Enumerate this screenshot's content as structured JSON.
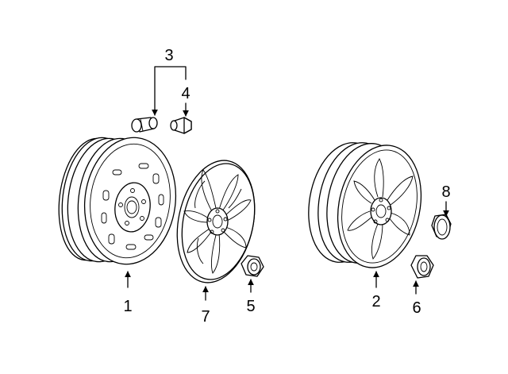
{
  "callouts": {
    "c1": "1",
    "c2": "2",
    "c3": "3",
    "c4": "4",
    "c5": "5",
    "c6": "6",
    "c7": "7",
    "c8": "8"
  },
  "parts": [
    {
      "id": "1",
      "name": "steel-wheel"
    },
    {
      "id": "2",
      "name": "alloy-wheel"
    },
    {
      "id": "3",
      "name": "lock-nut"
    },
    {
      "id": "4",
      "name": "lug-nut"
    },
    {
      "id": "5",
      "name": "wheel-nut"
    },
    {
      "id": "6",
      "name": "wheel-nut"
    },
    {
      "id": "7",
      "name": "wheel-cover"
    },
    {
      "id": "8",
      "name": "center-cap"
    }
  ]
}
